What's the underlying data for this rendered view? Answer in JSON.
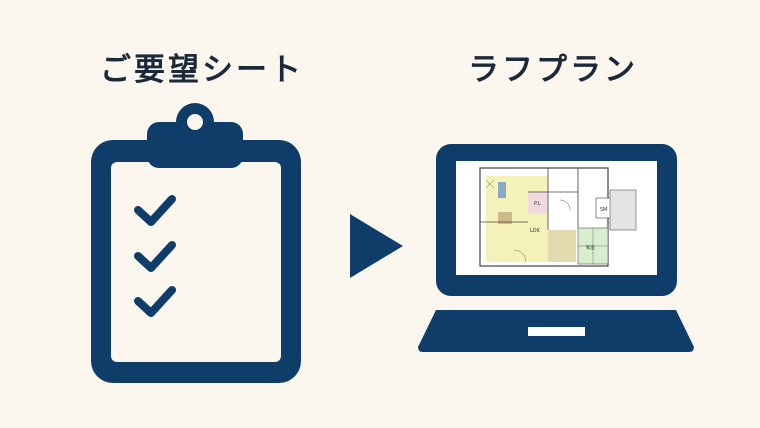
{
  "labels": {
    "request_sheet": "ご要望シート",
    "rough_plan": "ラフプラン"
  },
  "floor_plan": {
    "room_labels": [
      "P.L",
      "LDK",
      "和室",
      "SM"
    ]
  },
  "colors": {
    "background": "#fcf7ee",
    "primary": "#0f3d6a",
    "text": "#1b2a3a"
  },
  "icons": [
    "clipboard-icon",
    "check-icon",
    "arrow-right-icon",
    "laptop-icon",
    "floor-plan-image"
  ]
}
